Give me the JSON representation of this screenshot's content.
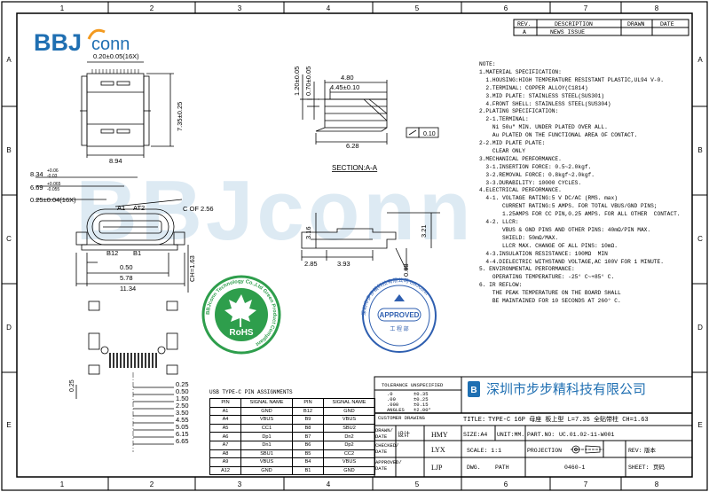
{
  "logo": {
    "prefix": "BBJ",
    "suffix": "conn"
  },
  "watermark": {
    "text": "BBJconn"
  },
  "grid": {
    "columns": [
      "1",
      "2",
      "3",
      "4",
      "5",
      "6",
      "7",
      "8"
    ],
    "rows": [
      "A",
      "B",
      "C",
      "D",
      "E"
    ]
  },
  "revision_table": {
    "headers": [
      "REV.",
      "DESCRIPTION",
      "DRAWN",
      "DATE"
    ],
    "rows": [
      [
        "A",
        "NEWS ISSUE",
        "",
        ""
      ]
    ]
  },
  "dimensions": {
    "top_pitch": "0.20±0.05(16X)",
    "top_height": "7.35±0.25",
    "top_width": "8.94",
    "side_h1": "1.20±0.05",
    "side_h2": "0.70±0.05",
    "side_w1": "4.80",
    "side_w2": "4.45±0.10",
    "side_w3": "6.28",
    "flatness": "0.10",
    "front_w1": "8.34",
    "front_w1_tol_plus": "+0.06",
    "front_w1_tol_minus": "-0.03",
    "front_w2": "6.69",
    "front_w2_tol_plus": "+0.065",
    "front_w2_tol_minus": "-0.055",
    "front_pitch": "0.25±0.04(16X)",
    "chamfer": "C OF 2.56",
    "a1": "A1",
    "at2": "AT2",
    "b12": "B12",
    "b1": "B1",
    "front_b1": "0.50",
    "front_b2": "5.78",
    "front_b3": "11.34",
    "ch_label": "CH=1.63",
    "section_label": "SECTION:A-A",
    "sec_h1": "3.16",
    "sec_h2": "3.21",
    "sec_w1": "2.85",
    "sec_w2": "3.93",
    "sec_h3": "0.68",
    "pcb_ticks": [
      "0.25",
      "0.50",
      "1.50",
      "2.50",
      "3.50",
      "4.55",
      "5.05",
      "6.15",
      "6.65"
    ]
  },
  "stamps": {
    "rohs_ring": "BBJconn Technology Co.,Ltd  Green Product Compliant",
    "rohs_center": "RoHS",
    "approved_ring": "深圳市步步精科技有限公司 BBJconn",
    "approved_center": "APPROVED",
    "approved_sub": "工 程 部"
  },
  "notes": [
    "NOTE:",
    "1.MATERIAL SPECIFICATION:",
    "  1.HOUSING:HIGH TEMPERATURE RESISTANT PLASTIC,UL94 V-0.",
    "  2.TERMINAL: COPPER ALLOY(C1814)",
    "  3.MID PLATE: STAINLESS STEEL(SUS301)",
    "  4.FRONT SHELL: STAINLESS STEEL(SUS304)",
    "2.PLATING SPECIFICATION:",
    "  2-1.TERMINAL:",
    "    Ni 50u\" MIN. UNDER PLATED OVER ALL.",
    "    Au PLATED ON THE FUNCTIONAL AREA OF CONTACT.",
    "2-2.MID PLATE PLATE:",
    "    CLEAR ONLY",
    "3.MECHANICAL PERFORMANCE.",
    "  3-1.INSERTION FORCE: 0.5~2.0kgf.",
    "  3-2.REMOVAL FORCE: 0.8kgf~2.0kgf.",
    "  3-3.DURABILITY: 10000 CYCLES.",
    "4.ELECTRICAL PERFORMANCE.",
    "  4-1. VOLTAGE RATING:5 V DC/AC (RMS. max)",
    "       CURRENT RATING:5 AMPS. FOR TOTAL VBUS/GND PINS;",
    "       1.25AMPS FOR CC PIN,0.25 AMPS. FOR ALL OTHER  CONTACT.",
    "  4-2. LLCR:",
    "       VBUS & GND PINS AND OTHER PINS: 40mΩ/PIN MAX.",
    "       SHIELD: 50mΩ/MAX.",
    "       LLCR MAX. CHANGE OF ALL PINS: 10mΩ.",
    "  4-3.INSULATION RESISTANCE: 100MΩ  MIN",
    "  4-4.DIELECTRIC WITHSTAND VOLTAGE,AC 100V FOR 1 MINUTE.",
    "5. ENVIRONMENTAL PERFORMANCE:",
    "    OPERATING TEMPERATURE: -25° C~+85° C.",
    "6. IR REFLOW:",
    "    THE PEAK TEMPERATURE ON THE BOARD SHALL",
    "    BE MAINTAINED FOR 10 SECONDS AT 260° C."
  ],
  "pin_table": {
    "title": "USB TYPE-C PIN ASSIGNMENTS",
    "headers": [
      "PIN",
      "SIGNAL NAME",
      "PIN",
      "SIGNAL NAME"
    ],
    "rows": [
      [
        "A1",
        "GND",
        "B12",
        "GND"
      ],
      [
        "A4",
        "VBUS",
        "B9",
        "VBUS"
      ],
      [
        "A5",
        "CC1",
        "B8",
        "SBU2"
      ],
      [
        "A6",
        "Dp1",
        "B7",
        "Dn2"
      ],
      [
        "A7",
        "Dn1",
        "B6",
        "Dp2"
      ],
      [
        "A8",
        "SBU1",
        "B5",
        "CC2"
      ],
      [
        "A9",
        "VBUS",
        "B4",
        "VBUS"
      ],
      [
        "A12",
        "GND",
        "B1",
        "GND"
      ]
    ]
  },
  "title_block": {
    "tolerance_title": "TOLERANCE UNSPECIFIED",
    "tolerances": [
      [
        ".0",
        "±0.35"
      ],
      [
        ".00",
        "±0.25"
      ],
      [
        ".000",
        "±0.15"
      ],
      [
        "ANGLES",
        "±2.00°"
      ]
    ],
    "customer_drawing": "CUSTOMER DRAWING",
    "company": "深圳市步步精科技有限公司",
    "title_label": "TITLE:",
    "title": "TYPE-C 16P 母座 板上型 L=7.35 全贴带柱 CH=1.63",
    "drawn_label": "DRAWN/\nDATE",
    "design_label": "设计",
    "drawn_by": "HMY",
    "checked_label": "CHECKED/\nDATE",
    "checked_by": "LYX",
    "approved_label": "APPROVED/\nDATE",
    "approved_by": "LJP",
    "size": "SIZE:A4",
    "unit": "UNIT:MM.",
    "part_no_label": "PART.NO:",
    "part_no": "UC.01.02-11-W001",
    "scale": "SCALE: 1:1",
    "projection": "PROJECTION",
    "revision_label": "REV:",
    "revision_cn": "版本",
    "dwg": "DWG.",
    "path": "PATH",
    "dwg_no": "0460-1",
    "sheet_label": "SHEET:",
    "sheet_cn": "页码"
  }
}
